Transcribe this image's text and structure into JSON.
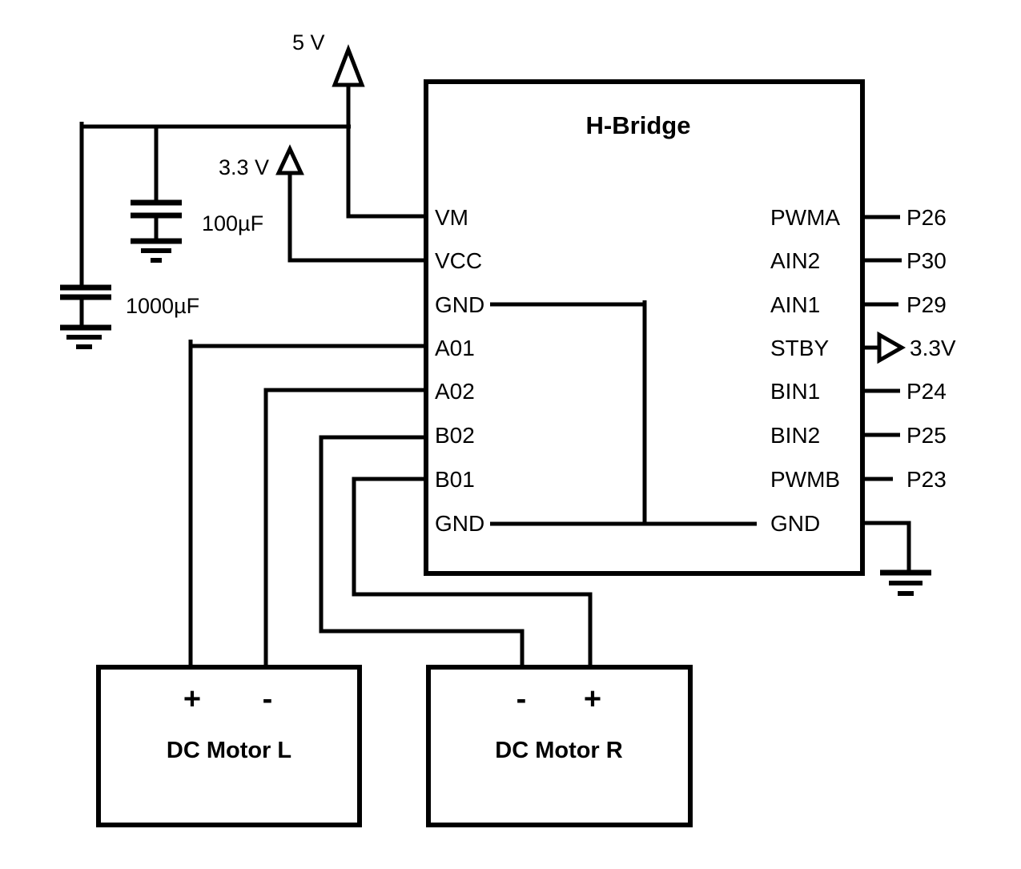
{
  "hbridge": {
    "title": "H-Bridge",
    "left_pins": [
      "VM",
      "VCC",
      "GND",
      "A01",
      "A02",
      "B02",
      "B01",
      "GND"
    ],
    "right_pins": [
      {
        "name": "PWMA",
        "ext": "P26"
      },
      {
        "name": "AIN2",
        "ext": "P30"
      },
      {
        "name": "AIN1",
        "ext": "P29"
      },
      {
        "name": "STBY",
        "ext": "3.3V"
      },
      {
        "name": "BIN1",
        "ext": "P24"
      },
      {
        "name": "BIN2",
        "ext": "P25"
      },
      {
        "name": "PWMB",
        "ext": "P23"
      },
      {
        "name": "GND"
      }
    ]
  },
  "power": {
    "supply_5v": "5 V",
    "supply_3v3": "3.3 V"
  },
  "capacitors": [
    {
      "value": "100µF"
    },
    {
      "value": "1000µF"
    }
  ],
  "motors": {
    "left": {
      "label": "DC Motor L",
      "terminal_left": "+",
      "terminal_right": "-"
    },
    "right": {
      "label": "DC Motor R",
      "terminal_left": "-",
      "terminal_right": "+"
    }
  },
  "colors": {
    "ink": "#000000",
    "paper": "#ffffff"
  }
}
